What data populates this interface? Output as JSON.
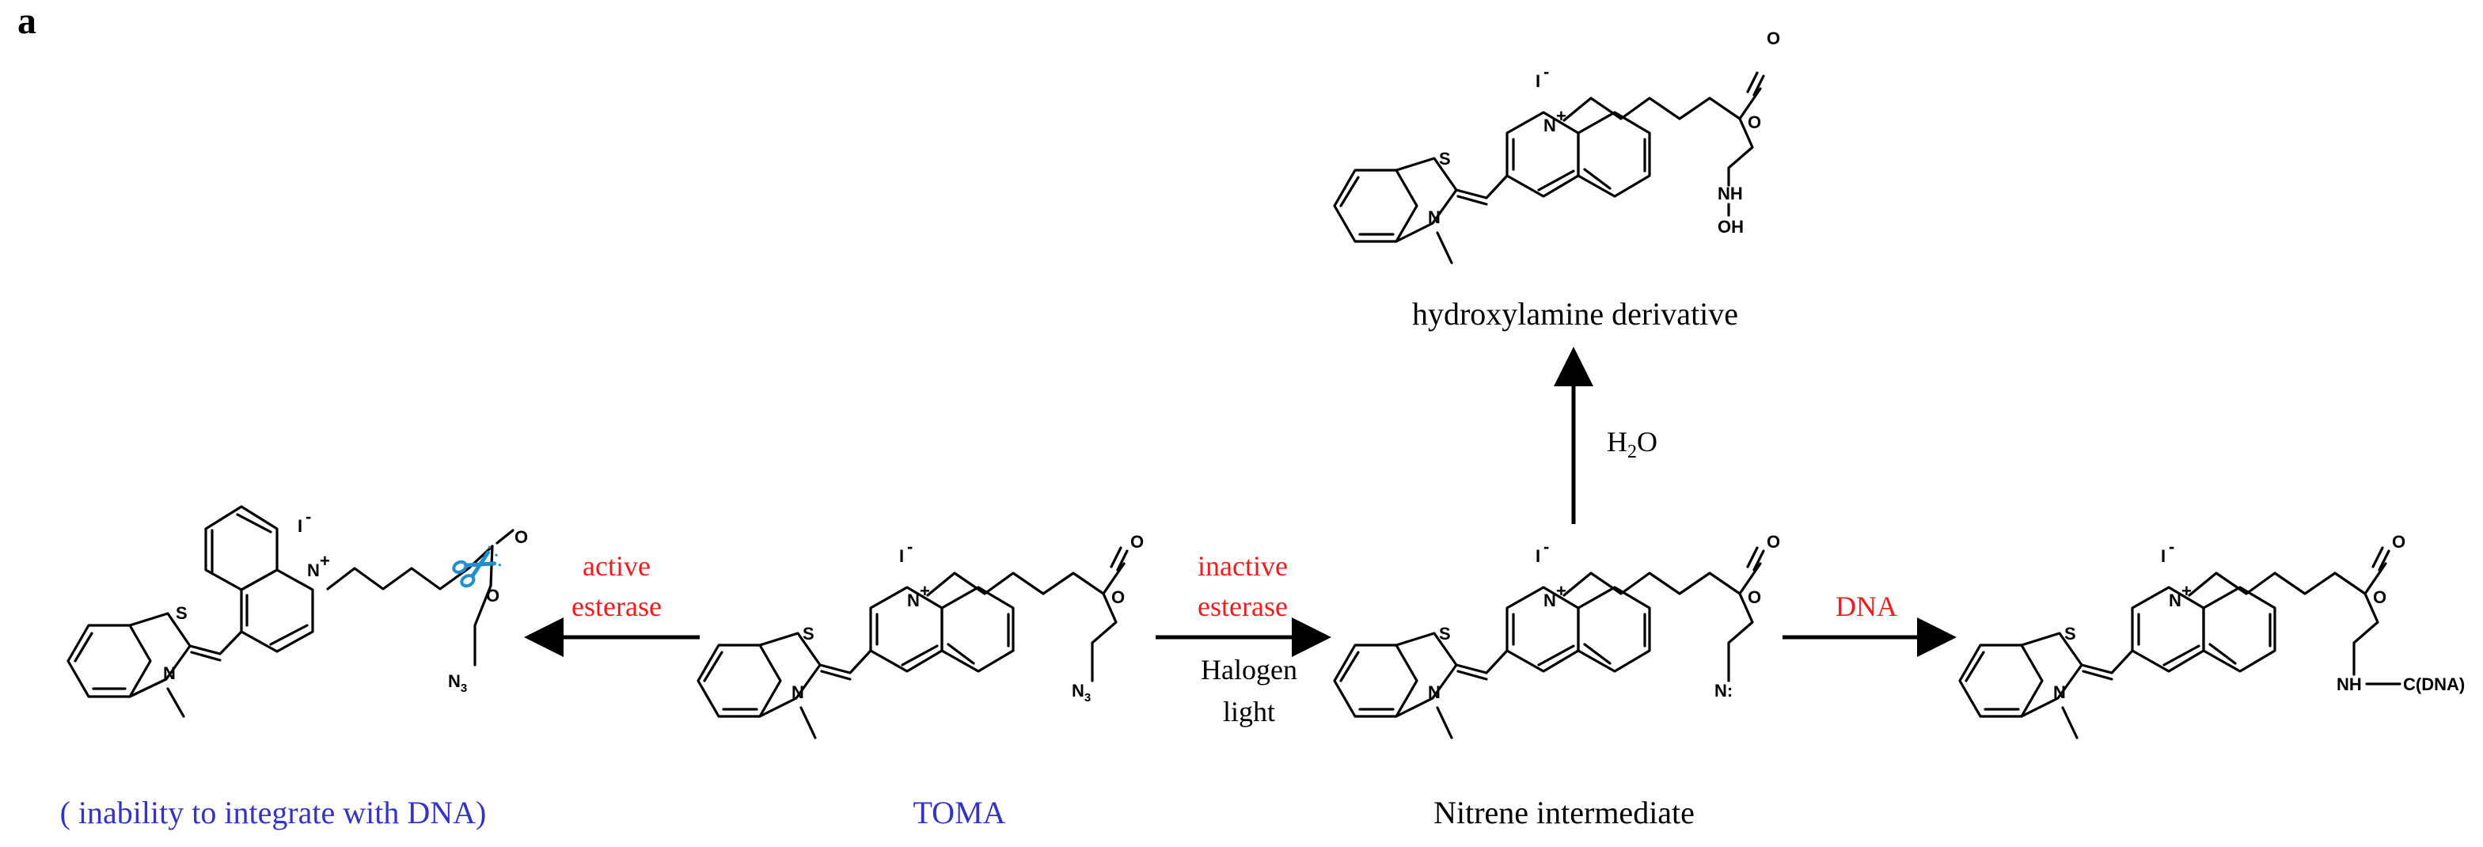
{
  "panel_label": "a",
  "captions": {
    "left": "( inability to integrate with DNA)",
    "toma": "TOMA",
    "nitrene": "Nitrene intermediate",
    "hydroxylamine": "hydroxylamine derivative"
  },
  "arrows": {
    "active": [
      "active",
      "esterase"
    ],
    "inactive": [
      "inactive",
      "esterase"
    ],
    "halogen": [
      "Halogen",
      "light"
    ],
    "dna": "DNA",
    "water": "H2O"
  },
  "atoms": {
    "S": "S",
    "N": "N",
    "Nplus": "N",
    "plus": "+",
    "O": "O",
    "I": "I",
    "minus": "-",
    "N3": "N",
    "three": "3",
    "nitrene": "N:",
    "NH": "NH",
    "OH": "OH",
    "NHC": "NH",
    "C_DNA": "C(DNA)"
  },
  "colors": {
    "red": "#ee1c1c",
    "blue": "#3434c4",
    "scissors": "#1f8fd0"
  },
  "icons": [
    "scissors-icon"
  ]
}
